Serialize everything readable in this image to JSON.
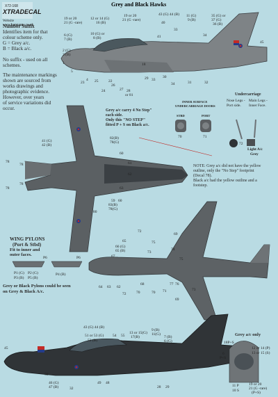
{
  "header": {
    "product_code": "X72-168",
    "brand": "XTRADECAL",
    "website_label": "Website",
    "website": "www.hannants.co.uk",
    "title": "Grey and Black Hawks"
  },
  "suffix_note": {
    "heading": "Number Suffix",
    "lines": [
      "Identifies item for that",
      "colour scheme only.",
      "G = Grey a/c.",
      "B = Black a/c."
    ],
    "no_suffix": [
      "No suffix - used on all",
      "schemes."
    ]
  },
  "maintenance_note": {
    "lines": [
      "The maintenance markings",
      "shown are sourced from",
      "works drawings and",
      "photographic evidence.",
      "However, over years",
      "of service variations did",
      "occur."
    ]
  },
  "step_note": {
    "lines": [
      "Grey a/c carry 4 No Step\"",
      "each side.",
      "Only this \"NO STEP\"",
      "fitted P + S on Black a/c."
    ]
  },
  "doors_note": {
    "line1": "INNER SURFACE",
    "line2": "UNDERCARRIAGE DOORS",
    "stbd": "STBD",
    "port": "PORT"
  },
  "undercarriage": {
    "title": "Undercarriage",
    "nose": [
      "Nose Legs -",
      "Port side."
    ],
    "main": [
      "Main Legs -",
      "Inner Face."
    ],
    "light": [
      "Light A/c",
      "Grey"
    ]
  },
  "red_note": {
    "lines": [
      "NOTE: Grey a/c  did not have the yellow",
      "outline, only the \"No Step\" footprint",
      "(Decal 78).",
      "Black a/c had the yellow outline and a",
      "footstep."
    ]
  },
  "pylons": {
    "title": [
      "WING PYLONS",
      "(Port & Stbd)"
    ],
    "fit": [
      "Fit to inner and",
      "outer faces."
    ],
    "labels": [
      "P6",
      "P6",
      "P1 (G)",
      "P3 (B)",
      "P2 (G)",
      "P5 (B)",
      "P4 (B)"
    ],
    "caption": [
      "Grey or Black Pylons could be seen",
      "on Grey & Black A/c."
    ]
  },
  "grey_only": {
    "title": "Grey a/c only",
    "labels": [
      "18P+S",
      "6",
      "P+S",
      "12 or 14 (P)",
      "13 or 15 (S)",
      "11 P",
      "10 S",
      "19 or 20",
      "21 (G -rare)",
      "(P+S)"
    ]
  },
  "top_view_labels": [
    "19 or 20",
    "21 (G -rare)",
    "12 or 14 (G)",
    "16 (B)",
    "19 or 20",
    "21 (G -rare)",
    "6 (G)",
    "7 (B)",
    "10 (G) or",
    "8 (B)",
    "2 (G)",
    "3 (B)",
    "1",
    "5",
    "25",
    "22",
    "26",
    "27",
    "28",
    "or 81",
    "4",
    "23",
    "24",
    "43 (G) 44 (B)",
    "40",
    "33",
    "34",
    "11 (G)",
    "9 (B)",
    "35 (G) or",
    "37 (G)",
    "36 (B)",
    "45",
    "33",
    "34",
    "31",
    "32",
    "18",
    "29",
    "30",
    "41"
  ],
  "plan_labels": [
    "41 (G)",
    "42 (B)",
    "78",
    "78",
    "82(B)",
    "78(G)",
    "60",
    "61",
    "62",
    "63",
    "60",
    "59",
    "83(B)",
    "78(G)",
    "80",
    "78",
    "78"
  ],
  "underside_labels": [
    "65",
    "66 (G)",
    "65 (B)",
    "67",
    "69",
    "75",
    "73",
    "74",
    "75",
    "76",
    "77",
    "69",
    "71",
    "70",
    "68",
    "70",
    "72",
    "64",
    "63",
    "62",
    "72",
    "73"
  ],
  "bottom_labels": [
    "43 (G) 44 (B)",
    "51 or 53 (G)",
    "52 (B)",
    "54",
    "55",
    "13 or 15(G)",
    "17(B)",
    "9 (B)",
    "11(G)",
    "7 (B)",
    "6 (G)",
    "45",
    "46 (G)",
    "47 (B)",
    "50",
    "32",
    "49",
    "48",
    "28",
    "29"
  ],
  "decal_numbers": [
    "70",
    "71",
    "72"
  ]
}
